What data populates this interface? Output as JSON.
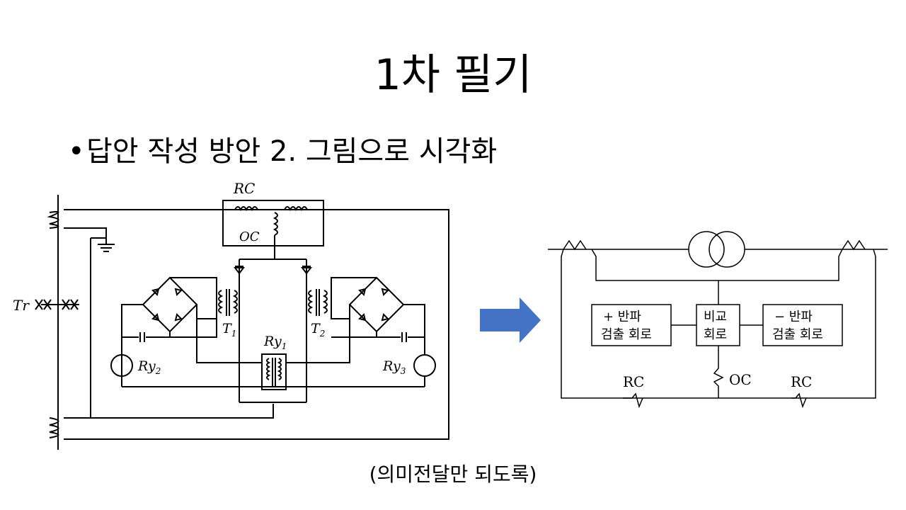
{
  "slide": {
    "title": "1차 필기",
    "bullet": "답안 작성 방안 2. 그림으로 시각화",
    "caption": "(의미전달만 되도록)"
  },
  "original_diagram": {
    "labels": {
      "rc": "RC",
      "oc": "OC",
      "tr": "Tr",
      "t1": "T",
      "t1_sub": "1",
      "t2": "T",
      "t2_sub": "2",
      "ry1": "Ry",
      "ry1_sub": "1",
      "ry2": "Ry",
      "ry2_sub": "2",
      "ry3": "Ry",
      "ry3_sub": "3"
    }
  },
  "simplified_diagram": {
    "plus_block": [
      "+ 반파",
      "검출 회로"
    ],
    "compare_block": [
      "비교",
      "회로"
    ],
    "minus_block": [
      "− 반파",
      "검출 회로"
    ],
    "rc_left": "RC",
    "oc": "OC",
    "rc_right": "RC"
  },
  "colors": {
    "arrow": "#4472C4",
    "line": "#000000"
  }
}
